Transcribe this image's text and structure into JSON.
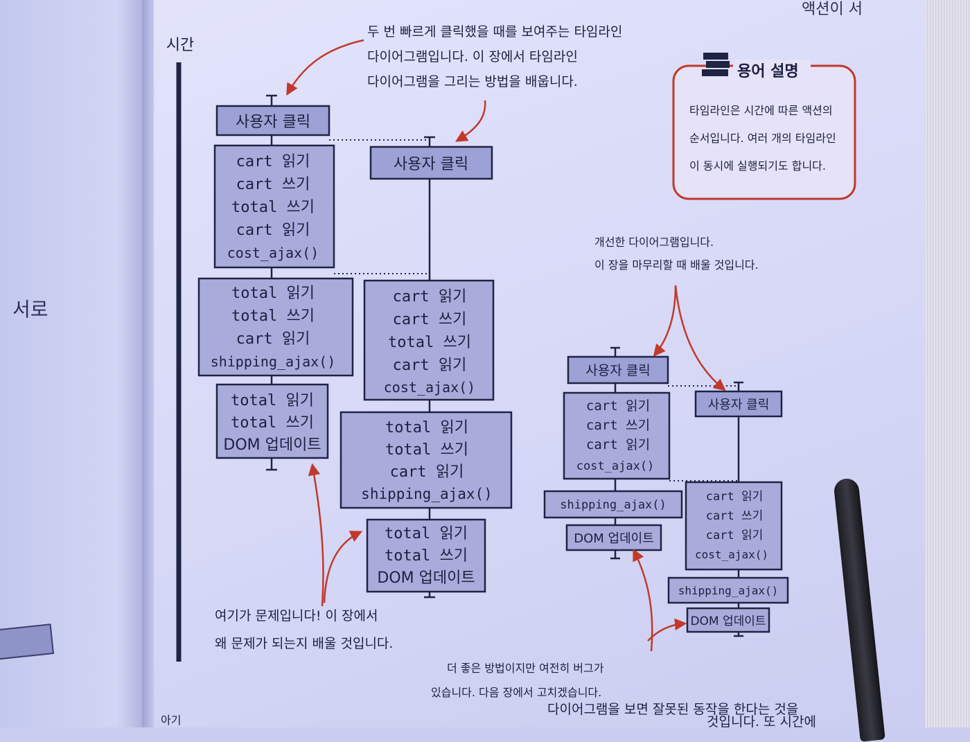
{
  "left_page": {
    "text": "서로"
  },
  "page_header": "액션이 서",
  "footer_left": "아기",
  "time_label": "시간",
  "bottom_text": {
    "line1": "다이어그램을 보면 잘못된 동작을 한다는 것을",
    "line2": "것입니다. 또 시간에"
  },
  "annotations": {
    "top": [
      "두 번 빠르게 클릭했을 때를 보여주는 타임라인",
      "다이어그램입니다. 이 장에서 타임라인",
      "다이어그램을 그리는 방법을 배웁니다."
    ],
    "problem": [
      "여기가 문제입니다! 이 장에서",
      "왜 문제가 되는지 배울 것입니다."
    ],
    "improved": [
      "개선한 다이어그램입니다.",
      "이 장을 마무리할 때 배울 것입니다."
    ],
    "better": [
      "더 좋은 방법이지만 여전히 버그가",
      "있습니다. 다음 장에서 고치겠습니다."
    ]
  },
  "glossary": {
    "title": "용어 설명",
    "icon": "books-icon",
    "body": [
      "타임라인은 시간에 따른 액션의",
      "순서입니다. 여러 개의 타임라인",
      "이 동시에 실행되기도 합니다."
    ]
  },
  "diagram1": {
    "left": {
      "header": "사용자 클릭",
      "blocks": [
        [
          "cart 읽기",
          "cart 쓰기",
          "total 쓰기",
          "cart 읽기",
          "cost_ajax()"
        ],
        [
          "total 읽기",
          "total 쓰기",
          "cart 읽기",
          "shipping_ajax()"
        ],
        [
          "total 읽기",
          "total 쓰기",
          "DOM 업데이트"
        ]
      ]
    },
    "right": {
      "header": "사용자 클릭",
      "blocks": [
        [
          "cart 읽기",
          "cart 쓰기",
          "total 쓰기",
          "cart 읽기",
          "cost_ajax()"
        ],
        [
          "total 읽기",
          "total 쓰기",
          "cart 읽기",
          "shipping_ajax()"
        ],
        [
          "total 읽기",
          "total 쓰기",
          "DOM 업데이트"
        ]
      ]
    }
  },
  "diagram2": {
    "left": {
      "header": "사용자 클릭",
      "blocks": [
        [
          "cart 읽기",
          "cart 쓰기",
          "cart 읽기",
          "cost_ajax()"
        ],
        [
          "shipping_ajax()"
        ],
        [
          "DOM 업데이트"
        ]
      ]
    },
    "right": {
      "header": "사용자 클릭",
      "blocks": [
        [
          "cart 읽기",
          "cart 쓰기",
          "cart 읽기",
          "cost_ajax()"
        ],
        [
          "shipping_ajax()"
        ],
        [
          "DOM 업데이트"
        ]
      ]
    }
  },
  "colors": {
    "box_fill": "#a9acdb",
    "ink": "#1f2344",
    "accent_red": "#c0392b"
  }
}
